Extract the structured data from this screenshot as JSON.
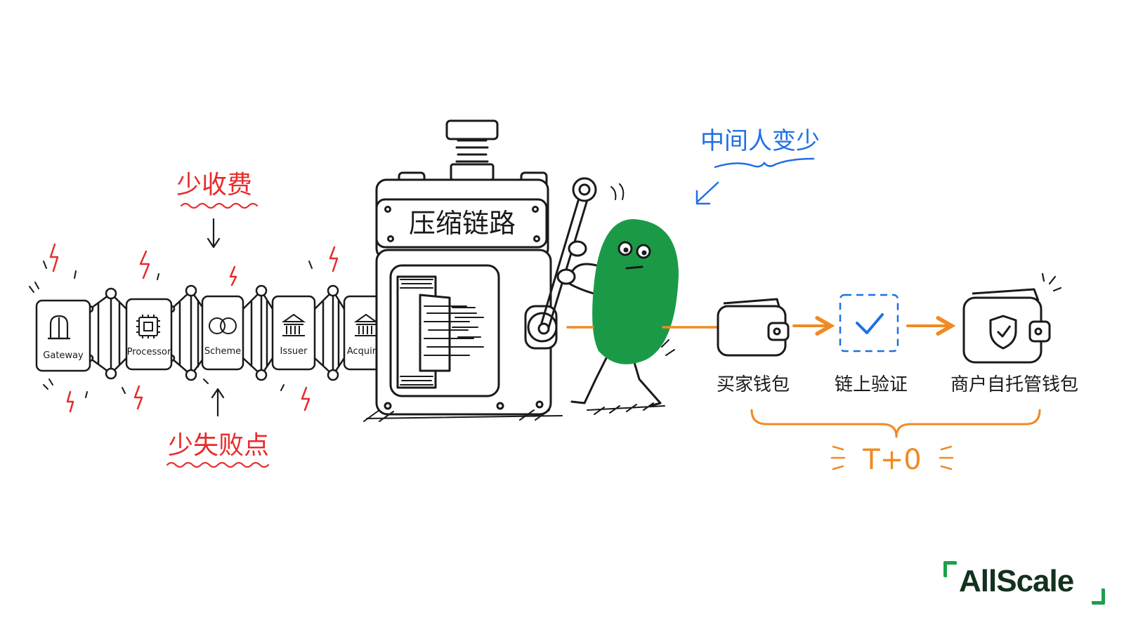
{
  "colors": {
    "ink": "#1a1a1a",
    "red": "#e82b2b",
    "blue": "#1f6fe6",
    "orange": "#f08a24",
    "green": "#1a9a47",
    "logo_green": "#1aa14a",
    "logo_text": "#13311e"
  },
  "press": {
    "label": "压缩链路"
  },
  "chain": {
    "cards": [
      {
        "label": "Gateway",
        "icon": "door-icon"
      },
      {
        "label": "Processor",
        "icon": "chip-icon"
      },
      {
        "label": "Scheme",
        "icon": "card-scheme-icon"
      },
      {
        "label": "Issuer",
        "icon": "bank-icon"
      },
      {
        "label": "Acquirer",
        "icon": "bank-icon"
      }
    ]
  },
  "annotations": {
    "fewer_fees": "少收费",
    "fewer_failures": "少失败点",
    "fewer_middlemen": "中间人变少"
  },
  "flow": {
    "steps": [
      {
        "label": "买家钱包",
        "icon": "wallet-icon"
      },
      {
        "label": "链上验证",
        "icon": "check-icon"
      },
      {
        "label": "商户自托管钱包",
        "icon": "shield-wallet-icon"
      }
    ],
    "settlement": "T+0"
  },
  "brand": {
    "name": "AllScale"
  }
}
